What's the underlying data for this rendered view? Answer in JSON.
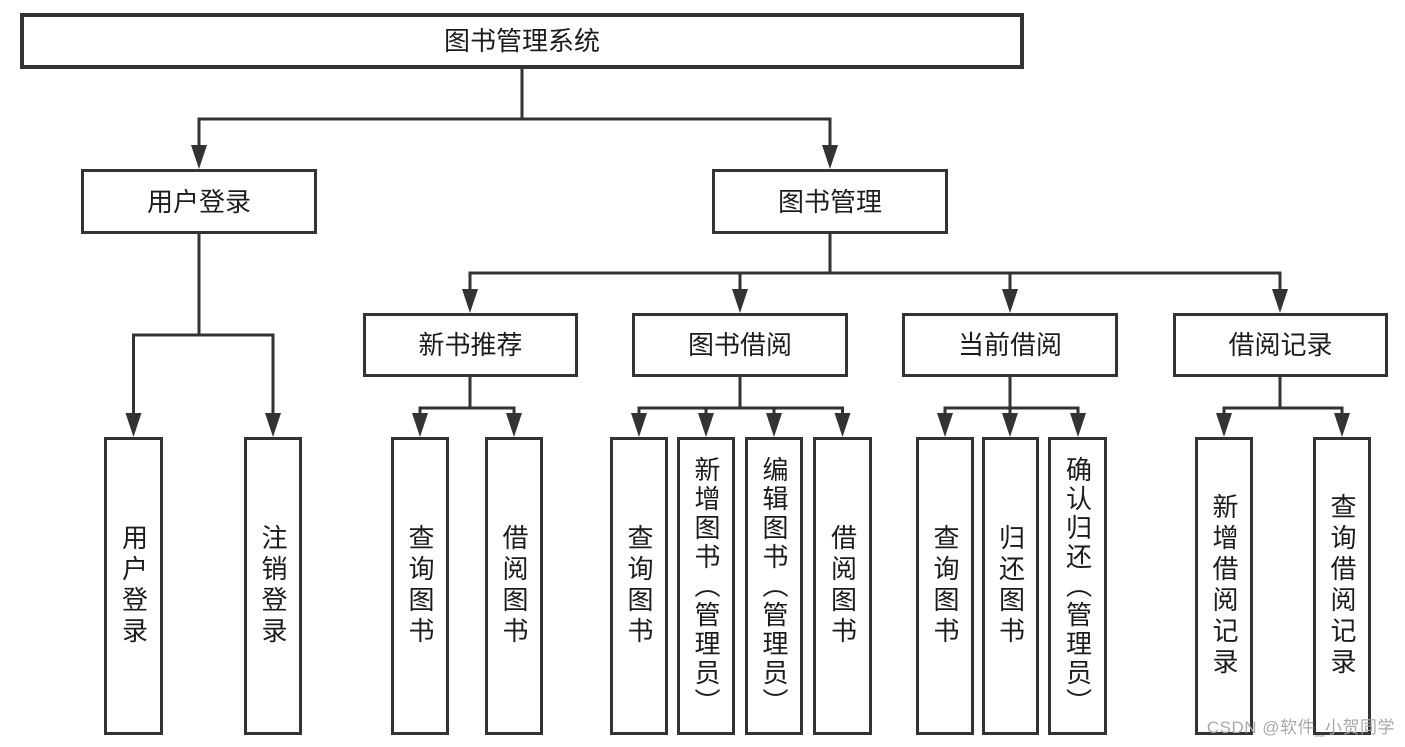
{
  "tree": {
    "root": {
      "label": "图书管理系统"
    },
    "children": [
      {
        "label": "用户登录",
        "children": [
          {
            "label": "用户登录"
          },
          {
            "label": "注销登录"
          }
        ]
      },
      {
        "label": "图书管理",
        "children": [
          {
            "label": "新书推荐",
            "children": [
              {
                "label": "查询图书"
              },
              {
                "label": "借阅图书"
              }
            ]
          },
          {
            "label": "图书借阅",
            "children": [
              {
                "label": "查询图书"
              },
              {
                "label": "新增图书（管理员）"
              },
              {
                "label": "编辑图书（管理员）"
              },
              {
                "label": "借阅图书"
              }
            ]
          },
          {
            "label": "当前借阅",
            "children": [
              {
                "label": "查询图书"
              },
              {
                "label": "归还图书"
              },
              {
                "label": "确认归还（管理员）"
              }
            ]
          },
          {
            "label": "借阅记录",
            "children": [
              {
                "label": "新增借阅记录"
              },
              {
                "label": "查询借阅记录"
              }
            ]
          }
        ]
      }
    ]
  },
  "watermark": {
    "text": "CSDN @软件_小贺同学"
  },
  "colors": {
    "line": "#333333",
    "text": "#1c1c1c",
    "watermark": "#a9a9a9",
    "background": "#ffffff"
  }
}
